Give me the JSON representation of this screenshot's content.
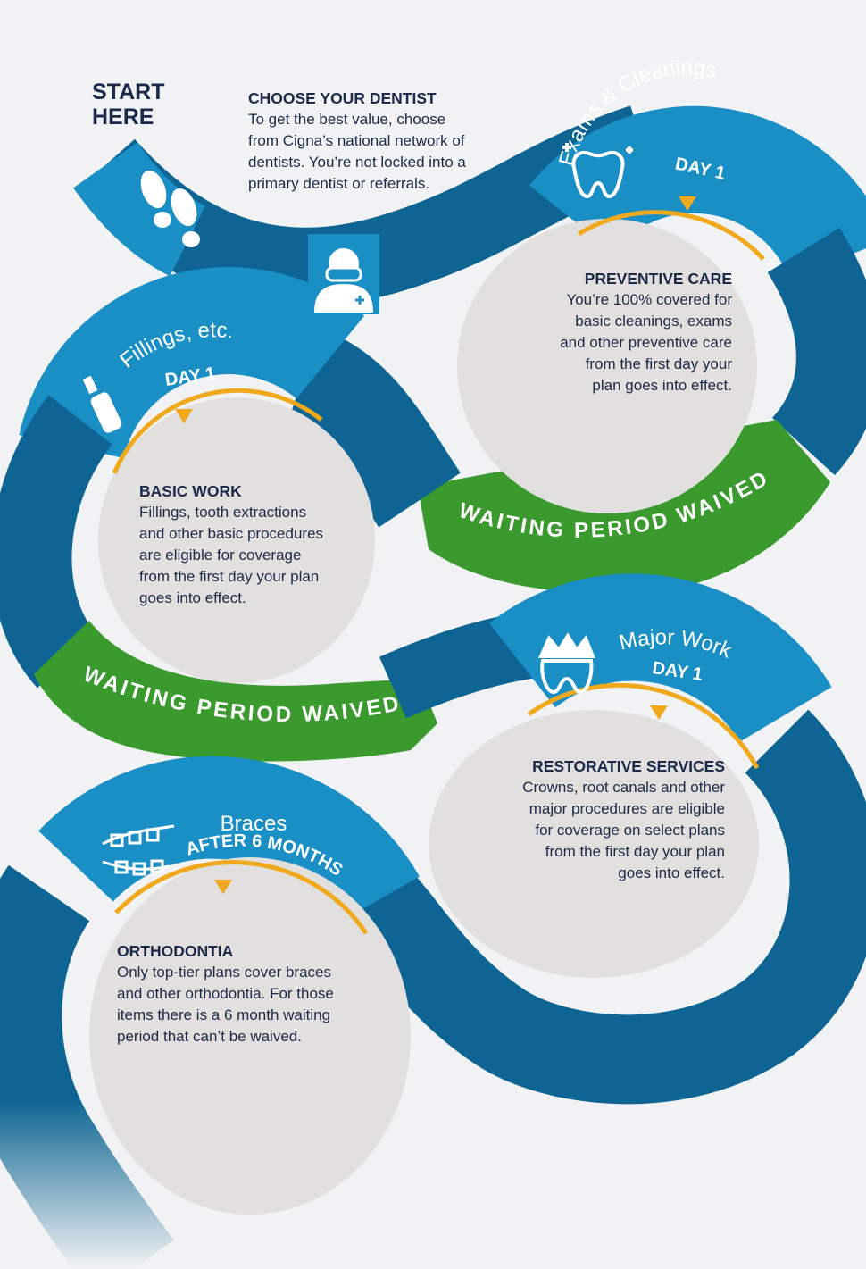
{
  "start": "START\nHERE",
  "choose": {
    "heading": "CHOOSE YOUR DENTIST",
    "body": "To get the best value, choose\nfrom Cigna’s national network of\ndentists. You’re not locked into a\nprimary dentist or referrals."
  },
  "exams": {
    "label": "Exams & Cleanings",
    "day": "DAY 1"
  },
  "preventive": {
    "heading": "PREVENTIVE CARE",
    "body": "You’re 100% covered for\nbasic cleanings, exams\nand other preventive care\nfrom the first day your\nplan goes into effect."
  },
  "fillings": {
    "label": "Fillings, etc.",
    "day": "DAY 1"
  },
  "basic": {
    "heading": "BASIC WORK",
    "body": "Fillings, tooth extractions\nand other basic procedures\nare eligible for coverage\nfrom the first day your plan\ngoes into effect."
  },
  "waiting1": "WAITING PERIOD WAIVED",
  "waiting2": "WAITING PERIOD WAIVED",
  "major": {
    "label": "Major Work",
    "day": "DAY 1"
  },
  "restorative": {
    "heading": "RESTORATIVE SERVICES",
    "body": "Crowns, root canals and other\nmajor procedures are eligible\nfor coverage on select plans\nfrom the first day your plan\ngoes into effect."
  },
  "braces": {
    "label": "Braces",
    "day": "AFTER 6 MONTHS"
  },
  "ortho": {
    "heading": "ORTHODONTIA",
    "body": "Only top-tier plans cover braces\nand other orthodontia. For those\nitems there is a 6 month waiting\nperiod that can’t be waived."
  },
  "colors": {
    "background": "#f1f2f3",
    "dark_blue": "#0e6593",
    "light_blue": "#1a8fc6",
    "green": "#3a9a2e",
    "gold": "#f0a81c",
    "circle": "#e2e0de",
    "text": "#1b2a4a"
  },
  "icons": [
    "footprints-icon",
    "dentist-icon",
    "sparkling-tooth-icon",
    "dental-drill-icon",
    "crowned-tooth-icon",
    "braces-icon"
  ]
}
